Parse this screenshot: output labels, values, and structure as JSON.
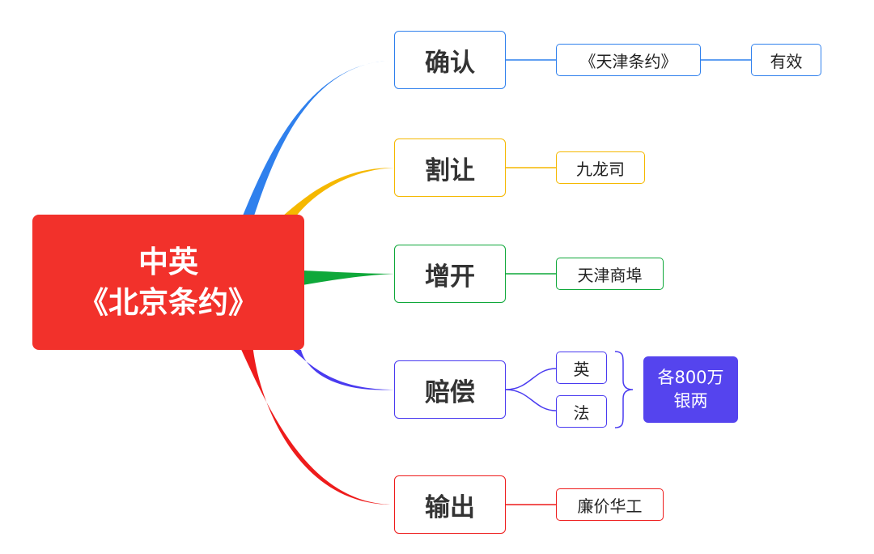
{
  "root": {
    "line1": "中英",
    "line2": "《北京条约》"
  },
  "branches": [
    {
      "label": "确认",
      "color": "#2f80ed",
      "leaves": [
        "《天津条约》",
        "有效"
      ]
    },
    {
      "label": "割让",
      "color": "#f5b800",
      "leaves": [
        "九龙司"
      ]
    },
    {
      "label": "增开",
      "color": "#0fa83a",
      "leaves": [
        "天津商埠"
      ]
    },
    {
      "label": "赔偿",
      "color": "#4a3bf0",
      "leaves": [
        "英",
        "法"
      ],
      "note": {
        "line1": "各800万",
        "line2": "银两"
      }
    },
    {
      "label": "输出",
      "color": "#ee1c1c",
      "leaves": [
        "廉价华工"
      ]
    }
  ],
  "colors": {
    "root_fill": "#f2312b",
    "note_fill": "#5544ee"
  }
}
